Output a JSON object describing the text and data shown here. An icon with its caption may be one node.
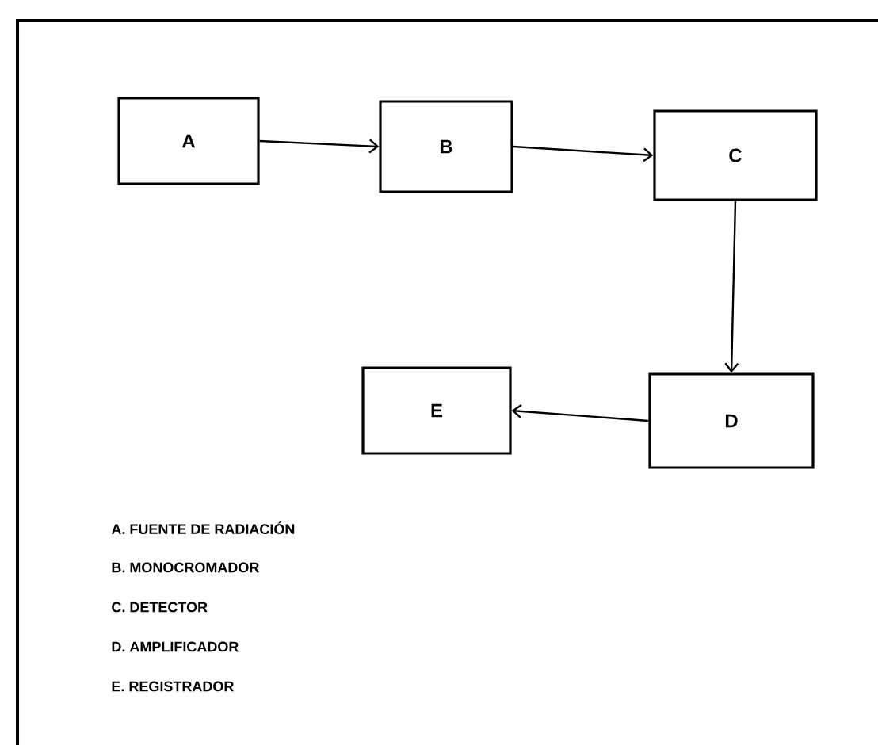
{
  "diagram": {
    "nodes": [
      {
        "text": [
          "A"
        ]
      },
      {
        "text": [
          "B"
        ]
      },
      {
        "text": [
          "C"
        ]
      },
      {
        "text": [
          "D"
        ]
      },
      {
        "text": [
          "E"
        ]
      }
    ],
    "edges": [
      {
        "from": 0,
        "to": 1,
        "arrow": "to"
      },
      {
        "from": 1,
        "to": 2,
        "arrow": "to"
      },
      {
        "from": 2,
        "to": 3,
        "arrow": "to"
      },
      {
        "from": 3,
        "to": 4,
        "arrow": "to"
      }
    ],
    "labels": [
      "A. FUENTE DE RADIACIÓN",
      "B. MONOCROMADOR",
      "C. DETECTOR",
      "D. AMPLIFICADOR",
      "E. REGISTRADOR"
    ]
  }
}
